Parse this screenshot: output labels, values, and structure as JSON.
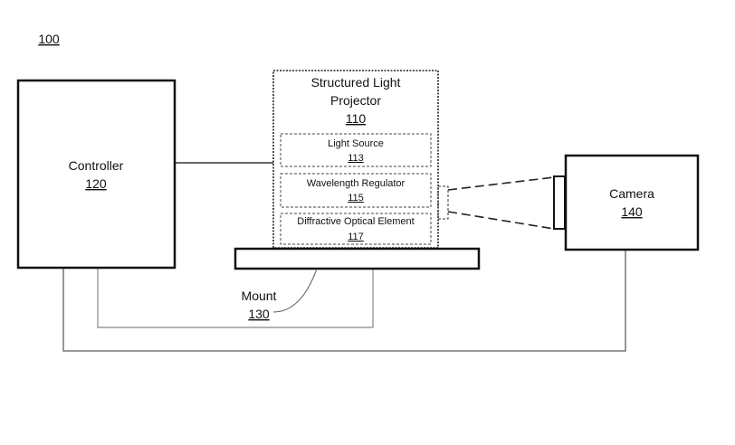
{
  "figure": {
    "ref": "100"
  },
  "controller": {
    "label": "Controller",
    "ref": "120"
  },
  "projector": {
    "label_line1": "Structured Light",
    "label_line2": "Projector",
    "ref": "110",
    "components": [
      {
        "label": "Light Source",
        "ref": "113"
      },
      {
        "label": "Wavelength Regulator",
        "ref": "115"
      },
      {
        "label": "Diffractive Optical Element",
        "ref": "117"
      }
    ]
  },
  "camera": {
    "label": "Camera",
    "ref": "140"
  },
  "mount": {
    "label": "Mount",
    "ref": "130"
  }
}
